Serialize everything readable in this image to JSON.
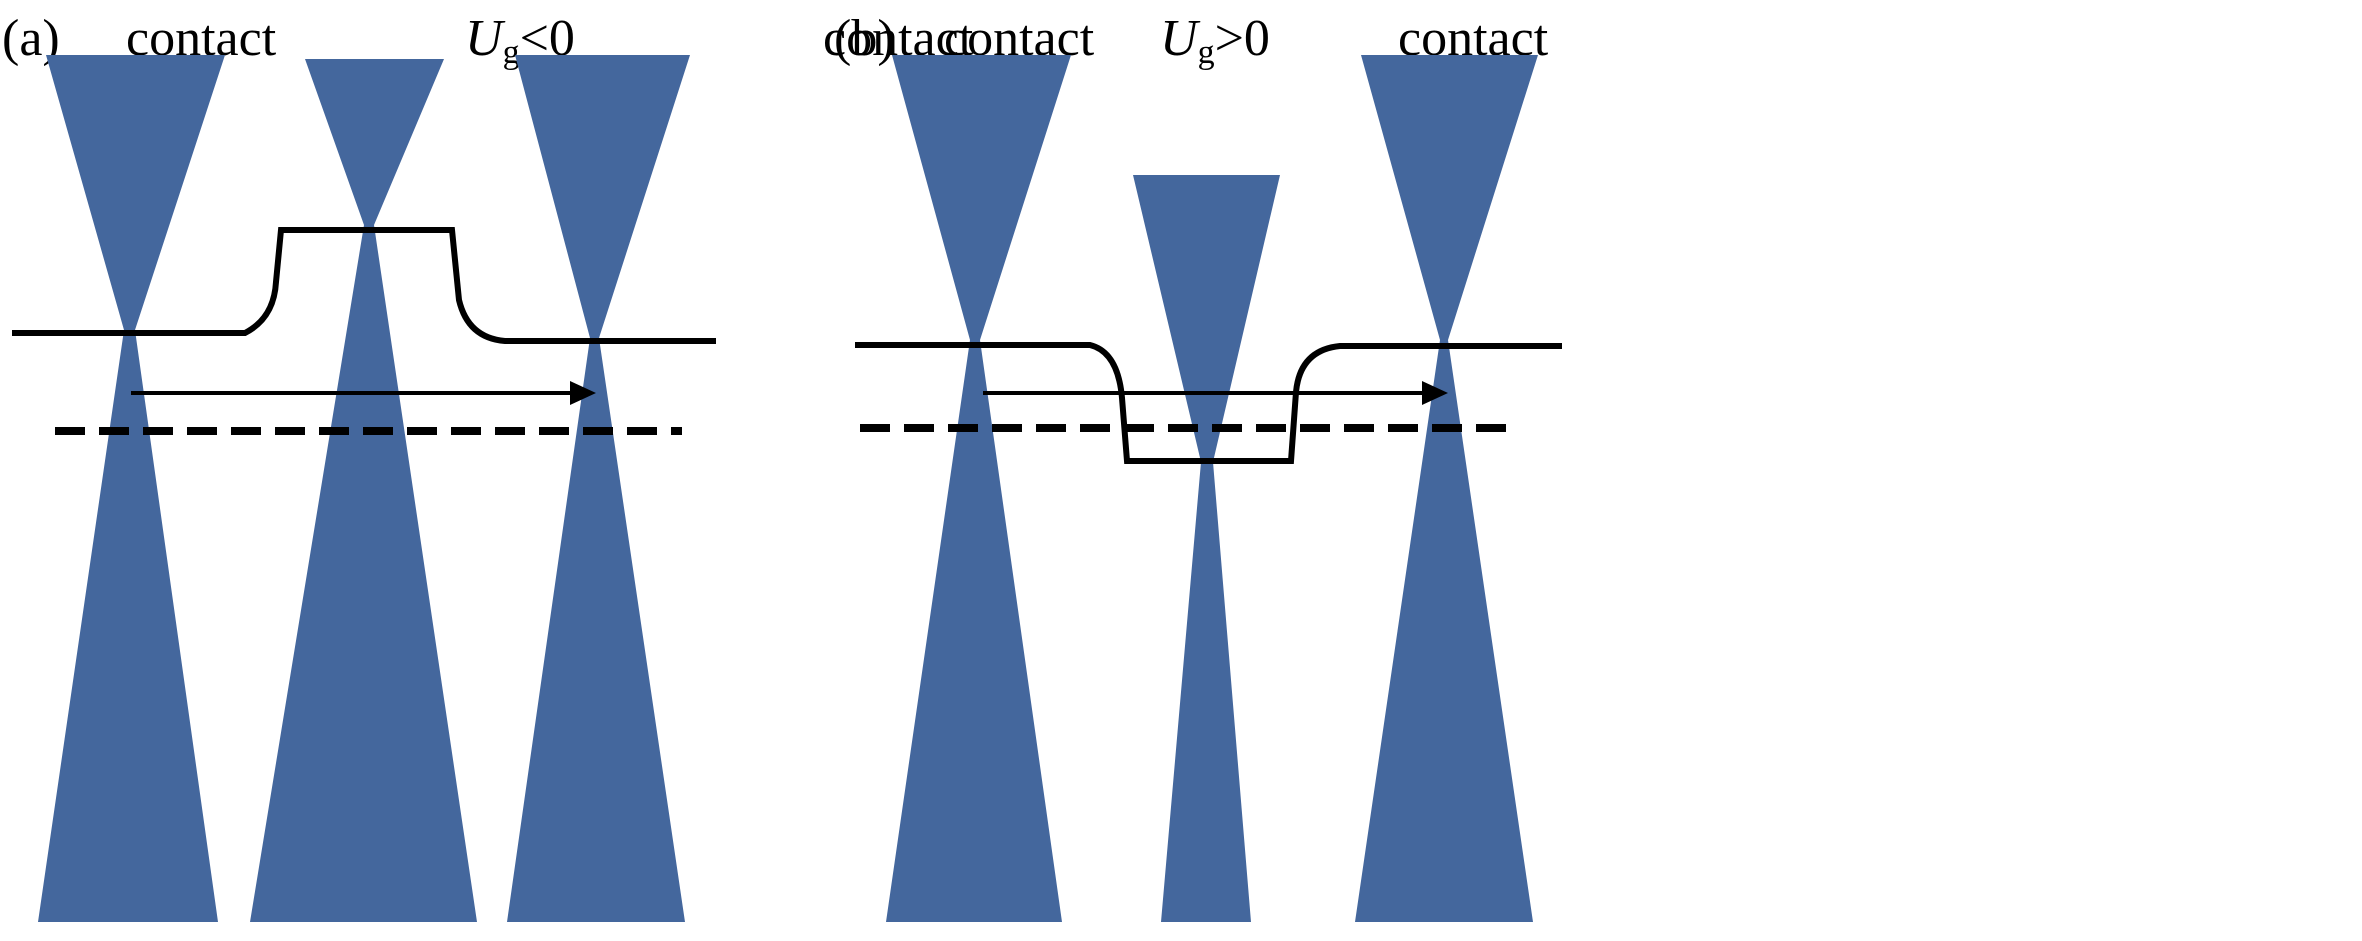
{
  "colors": {
    "cone": "#44679d",
    "line": "#000000",
    "background": "#ffffff"
  },
  "panel_a": {
    "tag": "(a)",
    "left_label": "contact",
    "gate_symbol": "U",
    "gate_subscript": "g",
    "gate_relation": "<0",
    "right_label": "contact"
  },
  "panel_b": {
    "tag": "(b)",
    "left_label": "contact",
    "gate_symbol": "U",
    "gate_subscript": "g",
    "gate_relation": ">0",
    "right_label": "contact"
  }
}
